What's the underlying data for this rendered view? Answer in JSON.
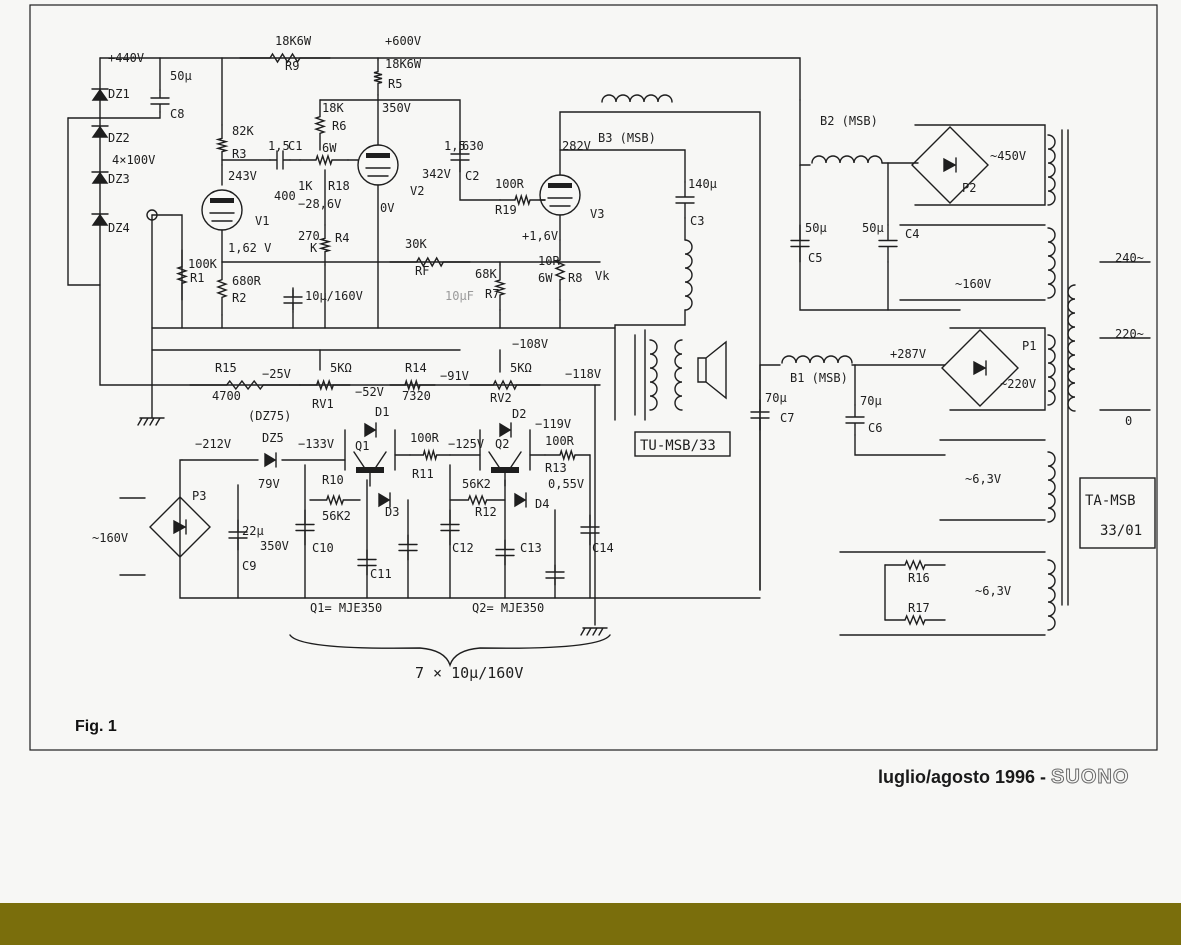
{
  "figure": {
    "caption": "Fig. 1",
    "footer_date": "luglio/agosto 1996 -",
    "footer_brand": "SUONO",
    "band_color": "#7a6e0c",
    "ink_color": "#1e1e1e"
  },
  "labels": {
    "v440": "+440V",
    "v600": "+600V",
    "r9_val": "18K6W",
    "r9": "R9",
    "r5_val": "18K6W",
    "r5": "R5",
    "c8_val": "50μ",
    "c8": "C8",
    "dz1": "DZ1",
    "dz2": "DZ2",
    "dz_spec": "4×100V",
    "dz3": "DZ3",
    "dz4": "DZ4",
    "r3_val": "82K",
    "r3": "R3",
    "v243": "243V",
    "v1": "V1",
    "v162": "1,62 V",
    "r1_val": "100K",
    "r1": "R1",
    "r2_val": "680R",
    "r2": "R2",
    "r6_val": "18K",
    "r6": "R6",
    "r6_w": "6W",
    "v350": "350V",
    "c1_val": "1,5",
    "c1": "C1",
    "c1_v": "400",
    "r18_val": "1K",
    "r18": "R18",
    "v342": "342V",
    "v286": "−28,6V",
    "v2": "V2",
    "v0": "0V",
    "c2_val": "1,5",
    "c2_v": "630",
    "c2": "C2",
    "r4_val": "270",
    "r4_k": "K",
    "r4": "R4",
    "c_cath": "10μ/160V",
    "rf_val": "30K",
    "rf": "RF",
    "b3": "B3 (MSB)",
    "v282": "282V",
    "r19_val": "100R",
    "r19": "R19",
    "v3": "V3",
    "v16": "+1,6V",
    "r8_val": "10R",
    "r8_w": "6W",
    "r8": "R8",
    "vk": "Vk",
    "r7_val": "68K",
    "r7": "R7",
    "c3_val": "140μ",
    "c3": "C3",
    "pencil_note": "10μF",
    "b2": "B2 (MSB)",
    "c5_val": "50μ",
    "c5": "C5",
    "c4_val": "50μ",
    "c4": "C4",
    "p2": "P2",
    "ac450": "~450V",
    "ac160b": "~160V",
    "v240": "240~",
    "v220": "220~",
    "v287": "+287V",
    "p1": "P1",
    "ac220": "~220V",
    "b1": "B1 (MSB)",
    "c7_val": "70μ",
    "c7": "C7",
    "c6_val": "70μ",
    "c6": "C6",
    "tu": "TU-MSB/33",
    "ta1": "TA-MSB",
    "ta2": "33/01",
    "zero": "0",
    "ac63a": "~6,3V",
    "ac63b": "~6,3V",
    "r16": "R16",
    "r17": "R17",
    "r15": "R15",
    "v25": "−25V",
    "r15_val": "4700",
    "rv1_val": "5KΩ",
    "rv1": "RV1",
    "v52": "−52V",
    "r14": "R14",
    "r14_val": "7320",
    "v91": "−91V",
    "v108": "−108V",
    "rv2_val": "5KΩ",
    "rv2": "RV2",
    "v118": "−118V",
    "dz75": "(DZ75)",
    "dz5": "DZ5",
    "v212": "−212V",
    "v133": "−133V",
    "d1": "D1",
    "q1": "Q1",
    "r11_val": "100R",
    "r11": "R11",
    "v125": "−125V",
    "d2": "D2",
    "v119": "−119V",
    "q2": "Q2",
    "r13_val": "100R",
    "r13": "R13",
    "v79": "79V",
    "r10": "R10",
    "r10_val": "56K2",
    "d3": "D3",
    "r12_val": "56K2",
    "r12": "R12",
    "d4": "D4",
    "v055": "0,55V",
    "p3": "P3",
    "ac160": "~160V",
    "c9_val": "22μ",
    "c9_v": "350V",
    "c9": "C9",
    "c10": "C10",
    "c11": "C11",
    "c12": "C12",
    "c13": "C13",
    "c14": "C14",
    "q1_type": "Q1= MJE350",
    "q2_type": "Q2= MJE350",
    "cap_note": "7 × 10μ/160V"
  }
}
